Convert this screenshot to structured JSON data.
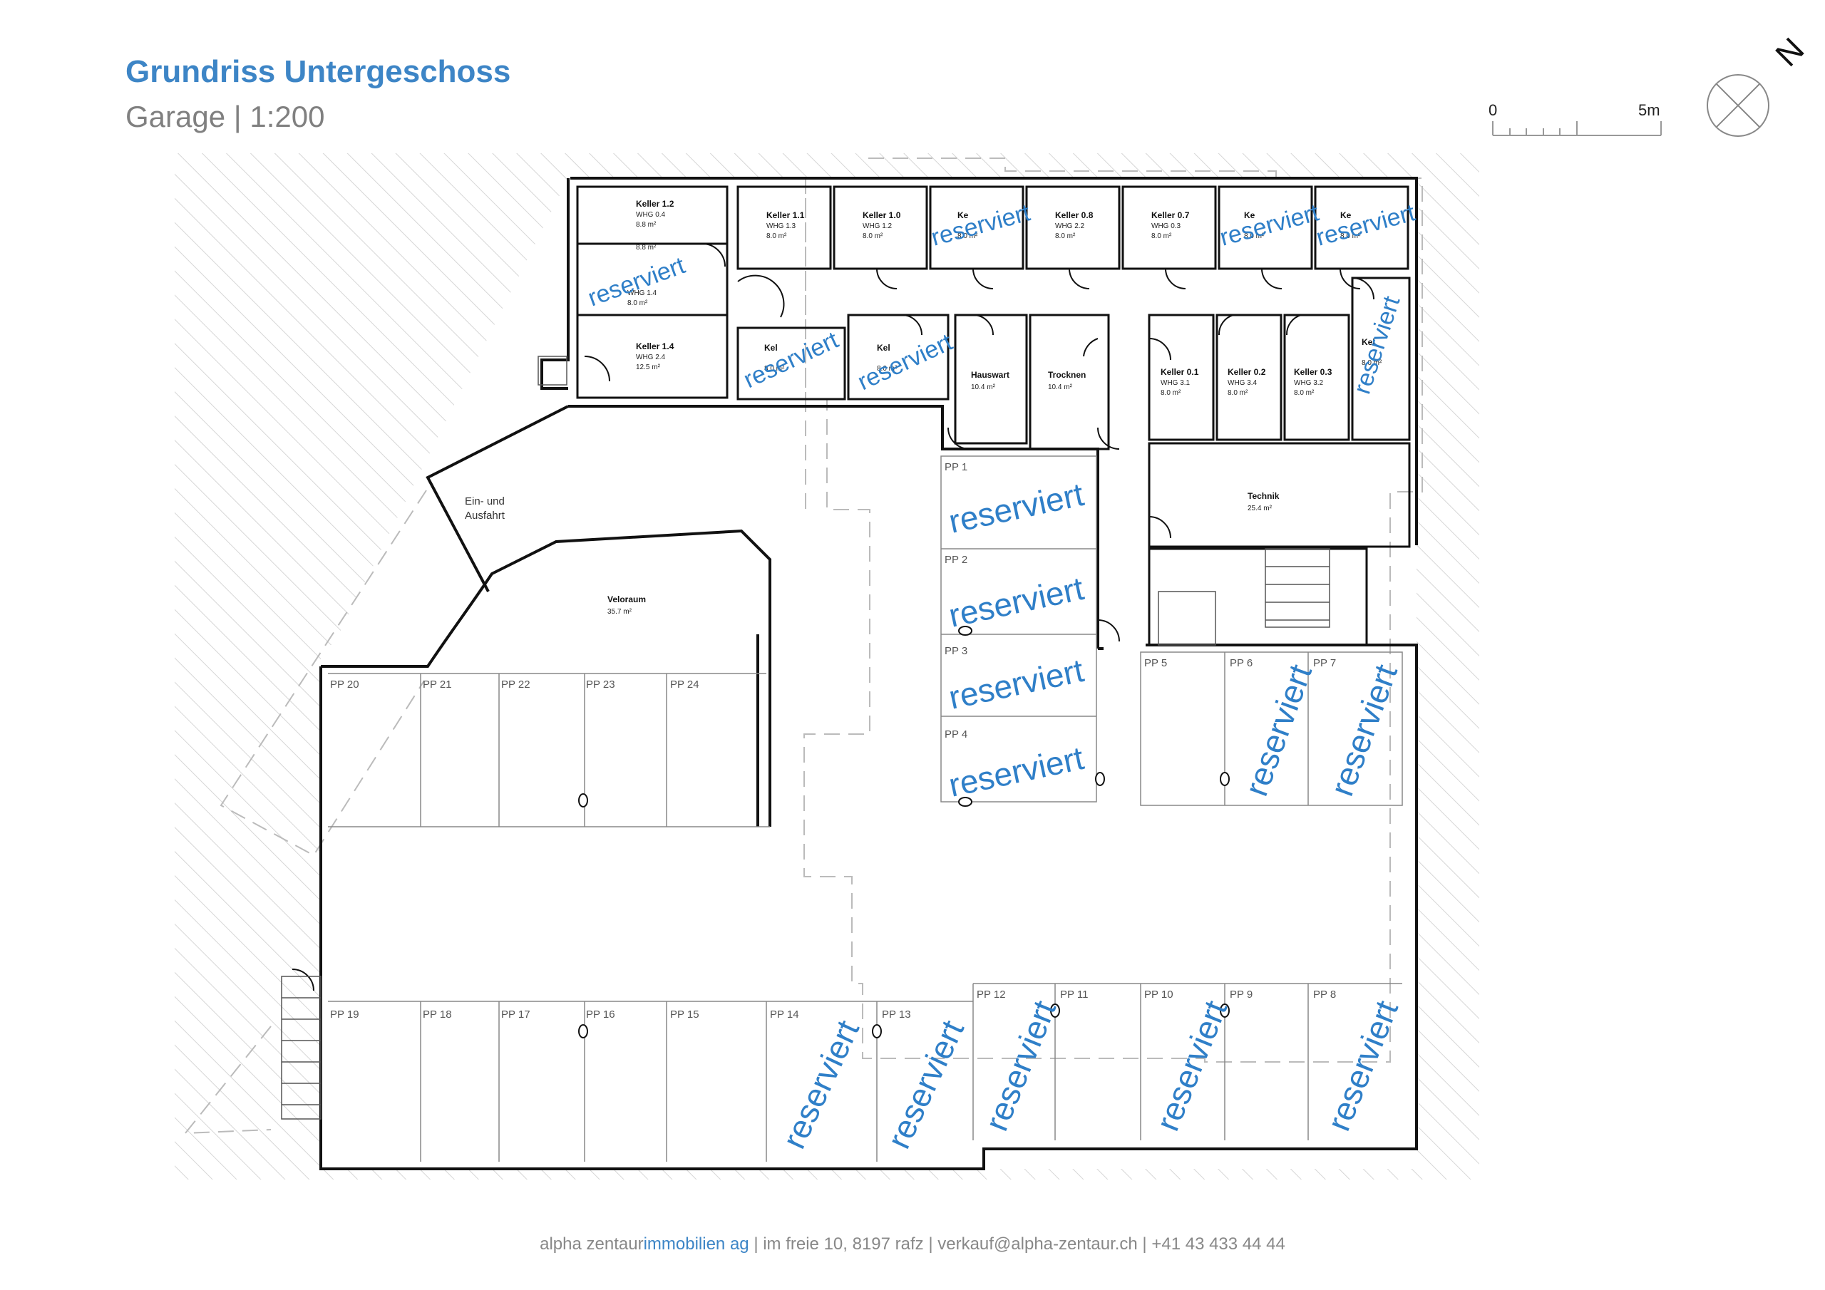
{
  "header": {
    "title": "Grundriss Untergeschoss",
    "subtitle": "Garage | 1:200"
  },
  "scale_bar": {
    "start": "0",
    "end": "5m"
  },
  "north_label": "N",
  "reserved_label": "reserviert",
  "rooms": [
    {
      "id": "keller-1-2",
      "name": "Keller 1.2",
      "unit": "WHG 0.4",
      "area": "8.8 m²"
    },
    {
      "id": "keller-1-4",
      "name": "Keller 1.4",
      "unit": "WHG 2.4",
      "area": "12.5 m²"
    },
    {
      "id": "keller-1-1",
      "name": "Keller 1.1",
      "unit": "WHG 1.3",
      "area": "8.0 m²"
    },
    {
      "id": "keller-1-0",
      "name": "Keller 1.0",
      "unit": "WHG 1.2",
      "area": "8.0 m²"
    },
    {
      "id": "keller-0-8",
      "name": "Keller 0.8",
      "unit": "WHG 2.2",
      "area": "8.0 m²"
    },
    {
      "id": "keller-0-7",
      "name": "Keller 0.7",
      "unit": "WHG 0.3",
      "area": "8.0 m²"
    },
    {
      "id": "hauswart",
      "name": "Hauswart",
      "unit": "",
      "area": "10.4 m²"
    },
    {
      "id": "trocknen",
      "name": "Trocknen",
      "unit": "",
      "area": "10.4 m²"
    },
    {
      "id": "keller-0-1",
      "name": "Keller 0.1",
      "unit": "WHG 3.1",
      "area": "8.0 m²"
    },
    {
      "id": "keller-0-2",
      "name": "Keller 0.2",
      "unit": "WHG 3.4",
      "area": "8.0 m²"
    },
    {
      "id": "keller-0-3",
      "name": "Keller 0.3",
      "unit": "WHG 3.2",
      "area": "8.0 m²"
    },
    {
      "id": "technik",
      "name": "Technik",
      "unit": "",
      "area": "25.4 m²"
    },
    {
      "id": "veloraum",
      "name": "Veloraum",
      "unit": "",
      "area": "35.7 m²"
    }
  ],
  "partial_rooms": {
    "r1": {
      "unit": "",
      "area": "8.8 m²"
    },
    "r2": {
      "unit": "WHG 1.4",
      "area": "8.0 m²"
    },
    "k1": {
      "name": "Ke",
      "area": "8.0 m²"
    },
    "k2": {
      "name": "Ke",
      "area": "8.0 m²"
    },
    "k3": {
      "name": "Ke",
      "area": "8.0 m²"
    },
    "k4": {
      "name": "Kel",
      "area": "8.0 m²"
    },
    "k5": {
      "name": "Kel",
      "area": "8.0 m²"
    },
    "k6": {
      "name": "Kel",
      "area": "8.0 m²"
    }
  },
  "ramp_label": [
    "Ein- und",
    "Ausfahrt"
  ],
  "parking": [
    "PP 1",
    "PP 2",
    "PP 3",
    "PP 4",
    "PP 5",
    "PP 6",
    "PP 7",
    "PP 8",
    "PP 9",
    "PP 10",
    "PP 11",
    "PP 12",
    "PP 13",
    "PP 14",
    "PP 15",
    "PP 16",
    "PP 17",
    "PP 18",
    "PP 19",
    "PP 20",
    "PP 21",
    "PP 22",
    "PP 23",
    "PP 24"
  ],
  "footer": {
    "company_a": "alpha zentaur",
    "company_b": "immobilien ag",
    "rest": " | im freie 10, 8197 rafz | verkauf@alpha-zentaur.ch | +41 43 433 44 44"
  },
  "colors": {
    "accent": "#3d85c6",
    "reserved": "#2f7fc8",
    "wall": "#111111",
    "hatch": "#cccccc"
  }
}
